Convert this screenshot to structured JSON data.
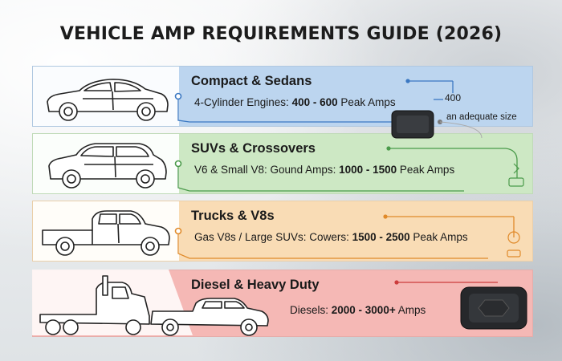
{
  "title": "VEHICLE AMP REQUIREMENTS GUIDE (2026)",
  "colors": {
    "compact": "#bcd5ef",
    "suv": "#cde8c4",
    "truck": "#f9dcb5",
    "diesel": "#f5b8b5",
    "connector_blue": "#3b78c2",
    "connector_green": "#4a9a4a",
    "connector_orange": "#e08a2a",
    "connector_red": "#cc3c3c"
  },
  "bands": [
    {
      "key": "compact",
      "title": "Compact & Sedans",
      "desc_label": "4-Cylinder Engines: ",
      "desc_range": "400 - 600",
      "desc_suffix": " Peak Amps",
      "callout": "400",
      "note": "an adequate size",
      "vehicle_icon": "sedan-icon",
      "device_icon": "jump-starter-icon"
    },
    {
      "key": "suv",
      "title": "SUVs & Crossovers",
      "desc_label": "V6 & Small V8: Gound Amps: ",
      "desc_range": "1000 - 1500",
      "desc_suffix": " Peak Amps",
      "vehicle_icon": "suv-icon",
      "side_icon": "battery-charge-icon"
    },
    {
      "key": "truck",
      "title": "Trucks & V8s",
      "desc_label": "Gas V8s / Large SUVs: Cowers: ",
      "desc_range": "1500 - 2500",
      "desc_suffix": " Peak Amps",
      "vehicle_icon": "pickup-truck-icon",
      "side_icon": "plug-icon"
    },
    {
      "key": "diesel",
      "title": "Diesel & Heavy Duty",
      "desc_label": "Diesels: ",
      "desc_range": "2000 - 3000+",
      "desc_suffix": " Amps",
      "vehicle_icon": "semi-truck-icon",
      "device_icon": "jump-starter-icon"
    }
  ]
}
